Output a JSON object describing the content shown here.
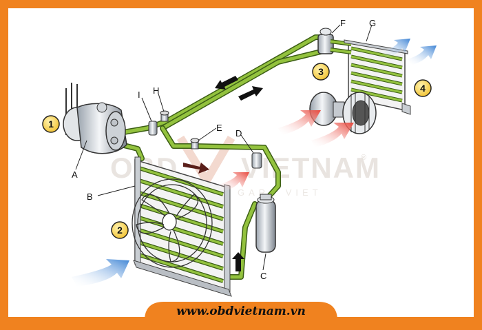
{
  "colors": {
    "frame": "#f0821f",
    "pipe": "#86b637",
    "pipe_dark": "#3d5f16",
    "badge": "#f7d24a",
    "hot_arrow": "#e8453a",
    "cold_arrow": "#4a8fd6"
  },
  "watermark": {
    "logo": "OBDVIETNAM",
    "brand": "VIETNAM",
    "registered": "®",
    "sub": "GARA VIET"
  },
  "footer": {
    "url": "www.obdvietnam.vn"
  },
  "parts": [
    {
      "letter": "A",
      "name": "compressor"
    },
    {
      "letter": "B",
      "name": "condenser"
    },
    {
      "letter": "C",
      "name": "receiver-drier"
    },
    {
      "letter": "D",
      "name": "high-pressure-switch"
    },
    {
      "letter": "E",
      "name": "high-side-service-port"
    },
    {
      "letter": "F",
      "name": "expansion-valve"
    },
    {
      "letter": "G",
      "name": "evaporator"
    },
    {
      "letter": "H",
      "name": "low-side-service-port"
    },
    {
      "letter": "I",
      "name": "low-pressure-switch"
    }
  ],
  "stages": [
    "1",
    "2",
    "3",
    "4"
  ],
  "icons": [
    "fan-icon",
    "blower-icon",
    "hot-air-arrow",
    "cold-air-arrow",
    "flow-arrow"
  ]
}
